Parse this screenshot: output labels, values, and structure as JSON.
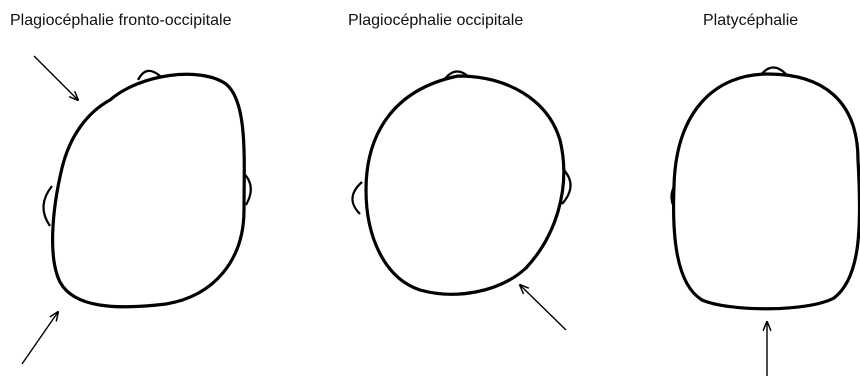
{
  "diagrams": [
    {
      "label": "Plagiocéphalie fronto-occipitale"
    },
    {
      "label": "Plagiocéphalie occipitale"
    },
    {
      "label": "Platycéphalie"
    }
  ]
}
